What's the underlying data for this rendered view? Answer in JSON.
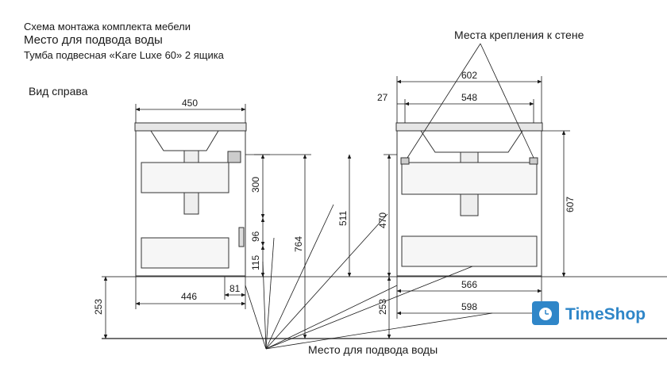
{
  "header": {
    "line1": "Схема монтажа комплекта мебели",
    "line2": "Место для подвода воды",
    "line3": "Тумба подвесная «Kare Luxe 60»  2 ящика"
  },
  "side_view": {
    "title": "Вид справа",
    "width_top": "450",
    "h_300": "300",
    "h_96": "96",
    "h_115": "115",
    "h_764": "764",
    "h_511": "511",
    "bottom_446": "446",
    "bottom_81": "81",
    "h_253": "253"
  },
  "front_view": {
    "wall_mounts_label": "Места крепления к стене",
    "w_602": "602",
    "w_27": "27",
    "w_548": "548",
    "h_607": "607",
    "h_470": "470",
    "h_253": "253",
    "w_566": "566",
    "w_598": "598"
  },
  "footer": {
    "water_label": "Место для подвода воды"
  },
  "logo": {
    "text": "TimeShop",
    "color": "#2f86c8"
  }
}
